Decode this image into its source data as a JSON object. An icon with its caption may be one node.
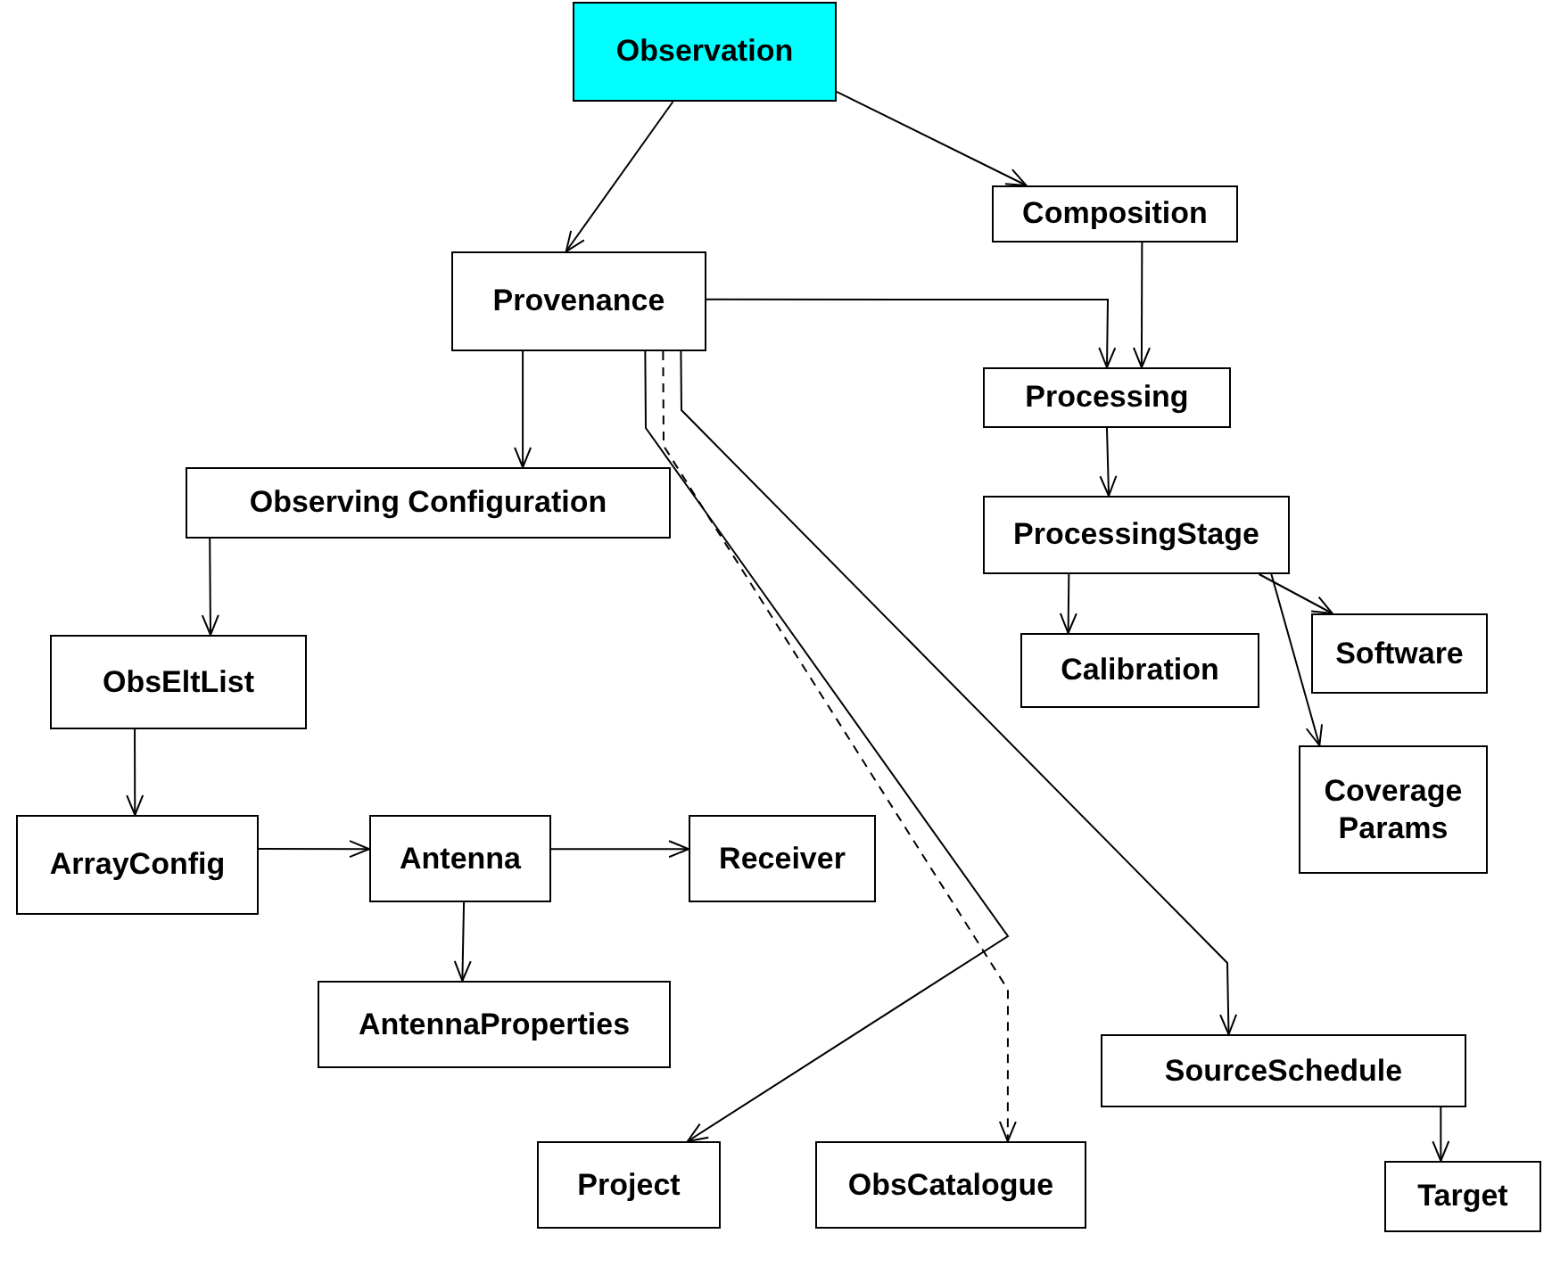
{
  "diagram": {
    "nodes": [
      {
        "text": [
          "Observation"
        ]
      },
      {
        "text": [
          "Composition"
        ]
      },
      {
        "text": [
          "Provenance"
        ]
      },
      {
        "text": [
          "Processing"
        ]
      },
      {
        "text": [
          "Observing Configuration"
        ]
      },
      {
        "text": [
          "ProcessingStage"
        ]
      },
      {
        "text": [
          "ObsEltList"
        ]
      },
      {
        "text": [
          "Calibration"
        ]
      },
      {
        "text": [
          "Software"
        ]
      },
      {
        "text": [
          "Coverage Params"
        ]
      },
      {
        "text": [
          "ArrayConfig"
        ]
      },
      {
        "text": [
          "Antenna"
        ]
      },
      {
        "text": [
          "Receiver"
        ]
      },
      {
        "text": [
          "AntennaProperties"
        ]
      },
      {
        "text": [
          "SourceSchedule"
        ]
      },
      {
        "text": [
          "Project"
        ]
      },
      {
        "text": [
          "ObsCatalogue"
        ]
      },
      {
        "text": [
          "Target"
        ]
      }
    ],
    "edges": [
      {
        "from": 0,
        "to": 2,
        "arrow": "to"
      },
      {
        "from": 0,
        "to": 1,
        "arrow": "to"
      },
      {
        "from": 1,
        "to": 3,
        "arrow": "to"
      },
      {
        "from": 2,
        "to": 3,
        "arrow": "to"
      },
      {
        "from": 2,
        "to": 4,
        "arrow": "to"
      },
      {
        "from": 4,
        "to": 6,
        "arrow": "to"
      },
      {
        "from": 3,
        "to": 5,
        "arrow": "to"
      },
      {
        "from": 5,
        "to": 7,
        "arrow": "to"
      },
      {
        "from": 5,
        "to": 8,
        "arrow": "to"
      },
      {
        "from": 5,
        "to": 9,
        "arrow": "to"
      },
      {
        "from": 6,
        "to": 10,
        "arrow": "to"
      },
      {
        "from": 10,
        "to": 11,
        "arrow": "to"
      },
      {
        "from": 11,
        "to": 12,
        "arrow": "to"
      },
      {
        "from": 11,
        "to": 13,
        "arrow": "to"
      },
      {
        "from": 2,
        "to": 15,
        "arrow": "to"
      },
      {
        "from": 2,
        "to": 16,
        "arrow": "to",
        "style": "dashed"
      },
      {
        "from": 2,
        "to": 14,
        "arrow": "to"
      },
      {
        "from": 14,
        "to": 17,
        "arrow": "to"
      }
    ]
  }
}
